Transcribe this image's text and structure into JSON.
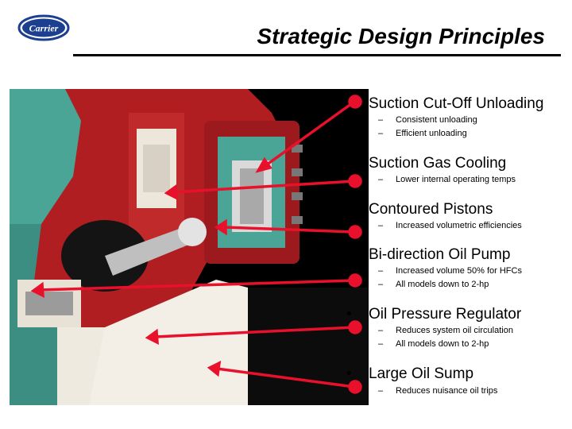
{
  "header": {
    "logo_text": "Carrier",
    "title": "Strategic Design Principles"
  },
  "photo": {
    "alt": "compressor cutaway"
  },
  "bullets": [
    {
      "symbol": "",
      "text": "Suction Cut-Off Unloading",
      "subs": [
        "Consistent unloading",
        "Efficient unloading"
      ]
    },
    {
      "symbol": "•",
      "text": "Suction Gas Cooling",
      "subs": [
        "Lower internal operating temps"
      ]
    },
    {
      "symbol": "•",
      "text": "Contoured Pistons",
      "subs": [
        "Increased volumetric efficiencies"
      ]
    },
    {
      "symbol": "•",
      "text": "Bi-direction Oil Pump",
      "subs": [
        "Increased volume 50% for HFCs",
        "All models down to 2-hp"
      ]
    },
    {
      "symbol": "•",
      "text": "Oil Pressure Regulator",
      "subs": [
        "Reduces system oil circulation",
        "All models down to 2-hp"
      ]
    },
    {
      "symbol": "•",
      "text": "Large Oil Sump",
      "subs": [
        "Reduces nuisance oil trips"
      ]
    }
  ],
  "sub_marker": "–",
  "colors": {
    "arrow": "#e8102a",
    "casting_red": "#b01e22",
    "body_teal": "#3d9a8c"
  }
}
